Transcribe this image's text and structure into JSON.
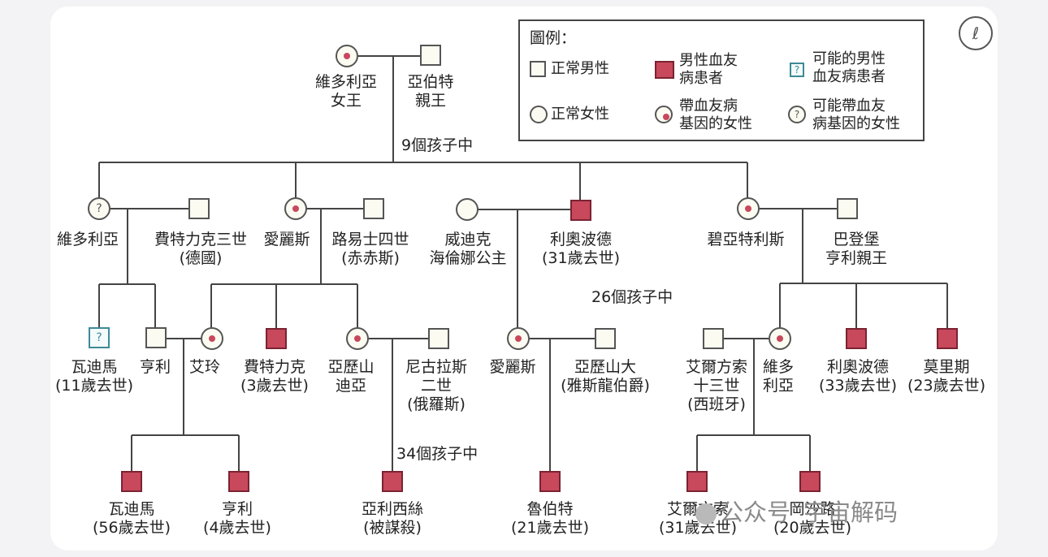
{
  "legend": {
    "title": "圖例：",
    "normal_male": "正常男性",
    "affected_male_1": "男性血友",
    "affected_male_2": "病患者",
    "possible_male_1": "可能的男性",
    "possible_male_2": "血友病患者",
    "normal_female": "正常女性",
    "carrier_female_1": "帶血友病",
    "carrier_female_2": "基因的女性",
    "possible_carrier_1": "可能帶血友",
    "possible_carrier_2": "病基因的女性",
    "question_mark": "?"
  },
  "counts": {
    "gen1_children": "9個孩子中",
    "leopold_children": "26個孩子中",
    "alexandra_children": "34個孩子中"
  },
  "people": {
    "victoria_queen": [
      "維多利亞",
      "女王"
    ],
    "albert": [
      "亞伯特",
      "親王"
    ],
    "victoria_daughter": [
      "維多利亞"
    ],
    "friedrich": [
      "費特力克三世",
      "(德國)"
    ],
    "alice": [
      "愛麗斯"
    ],
    "ludwig": [
      "路易士四世",
      "(赤赤斯)"
    ],
    "helena": [
      "威迪克",
      "海倫娜公主"
    ],
    "leopold": [
      "利奧波德",
      "(31歲去世)"
    ],
    "beatrice": [
      "碧亞特利斯"
    ],
    "henry_battenberg": [
      "巴登堡",
      "亨利親王"
    ],
    "waldemar1": [
      "瓦迪馬",
      "(11歲去世)"
    ],
    "henry_prussia": [
      "亨利"
    ],
    "irene": [
      "艾玲"
    ],
    "friedrich_hesse": [
      "費特力克",
      "(3歲去世)"
    ],
    "alexandra": [
      "亞歷山",
      "迪亞"
    ],
    "nicholas": [
      "尼古拉斯",
      "二世",
      "(俄羅斯)"
    ],
    "alice2": [
      "愛麗斯"
    ],
    "alexander": [
      "亞歷山大",
      "(雅斯龍伯爵)"
    ],
    "alfonso13": [
      "艾爾方索",
      "十三世",
      "(西班牙)"
    ],
    "victoria_eugenie": [
      "維多",
      "利亞"
    ],
    "leopold2": [
      "利奧波德",
      "(33歲去世)"
    ],
    "maurice": [
      "莫里期",
      "(23歲去世)"
    ],
    "waldemar2": [
      "瓦迪馬",
      "(56歲去世)"
    ],
    "heinrich": [
      "亨利",
      "(4歲去世)"
    ],
    "alexei": [
      "亞利西絲",
      "(被謀殺)"
    ],
    "rupert": [
      "魯伯特",
      "(21歲去世)"
    ],
    "alfonso": [
      "艾爾方索",
      "(31歲去世)"
    ],
    "gonzalo": [
      "岡沙路",
      "(20歲去世)"
    ]
  },
  "watermark": {
    "source": "公众号",
    "name": "宇宙解码"
  },
  "logo_glyph": "ℓ",
  "colors": {
    "affected": "#c8485c",
    "question": "#3d8a97",
    "line": "#444444"
  }
}
